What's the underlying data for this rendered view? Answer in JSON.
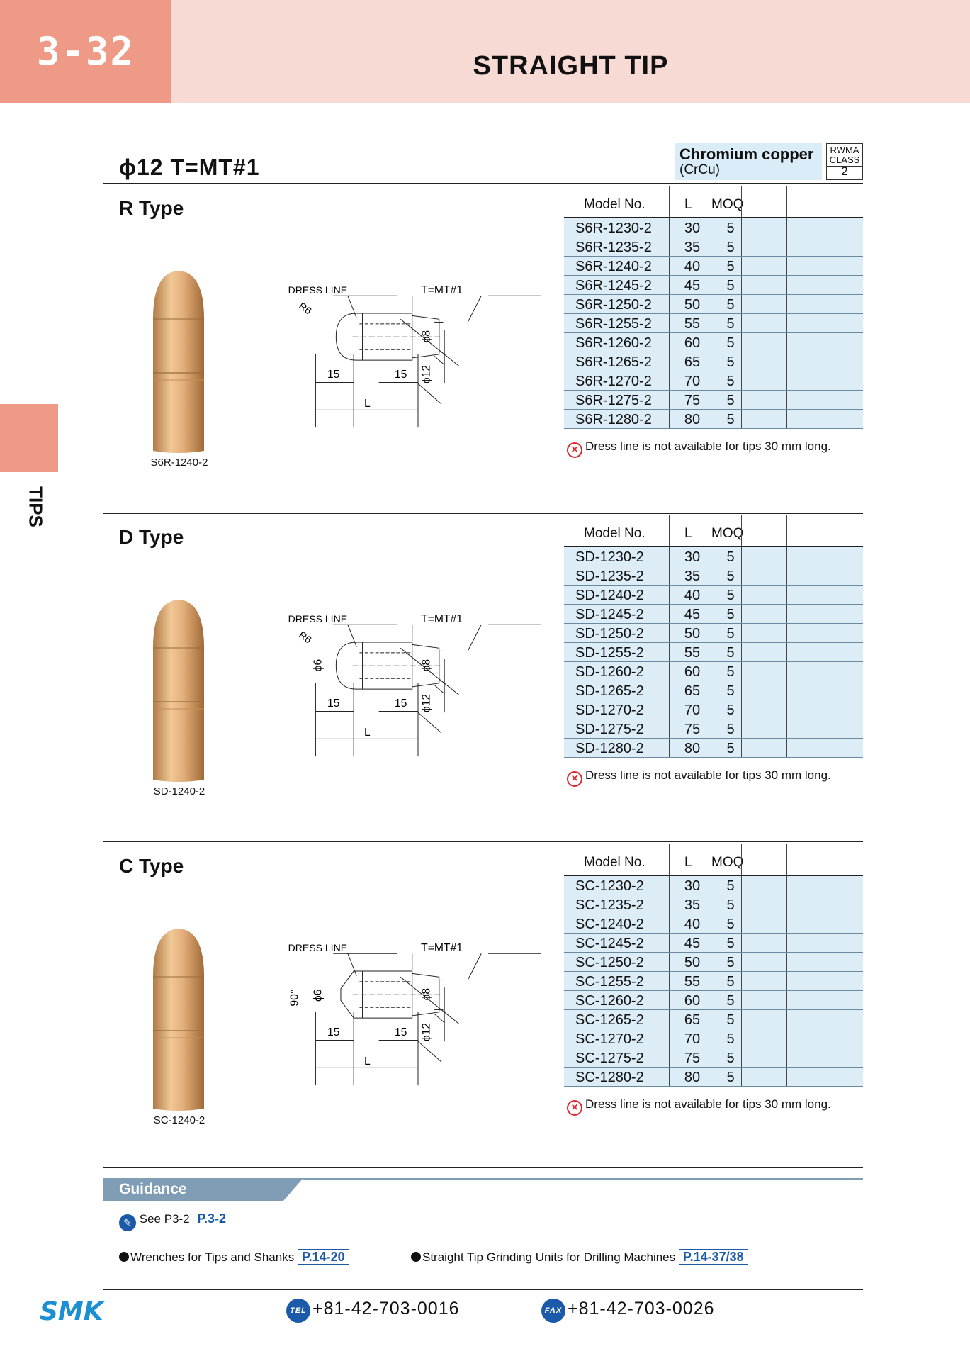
{
  "header": {
    "page_number": "3-32",
    "title": "STRAIGHT TIP"
  },
  "side_tab": {
    "label": "TIPS"
  },
  "spec": {
    "heading": "ϕ12  T=MT#1",
    "material_name": "Chromium copper",
    "material_code": "(CrCu)",
    "rwma_line1": "RWMA",
    "rwma_line2": "CLASS",
    "rwma_class": "2"
  },
  "table_headers": {
    "model": "Model No.",
    "length": "L",
    "moq": "MOQ"
  },
  "drawing_labels": {
    "dress_line": "DRESS LINE",
    "taper": "T=MT#1",
    "radius": "R6",
    "dia_8": "ϕ8",
    "dia_12": "ϕ12",
    "dia_6": "ϕ6",
    "angle": "90°",
    "dim_15": "15",
    "dim_l": "L"
  },
  "note_text": "Dress line is not available for tips 30 mm long.",
  "sections": [
    {
      "title": "R Type",
      "photo_caption": "S6R-1240-2",
      "rows": [
        {
          "model": "S6R-1230-2",
          "l": "30",
          "moq": "5"
        },
        {
          "model": "S6R-1235-2",
          "l": "35",
          "moq": "5"
        },
        {
          "model": "S6R-1240-2",
          "l": "40",
          "moq": "5"
        },
        {
          "model": "S6R-1245-2",
          "l": "45",
          "moq": "5"
        },
        {
          "model": "S6R-1250-2",
          "l": "50",
          "moq": "5"
        },
        {
          "model": "S6R-1255-2",
          "l": "55",
          "moq": "5"
        },
        {
          "model": "S6R-1260-2",
          "l": "60",
          "moq": "5"
        },
        {
          "model": "S6R-1265-2",
          "l": "65",
          "moq": "5"
        },
        {
          "model": "S6R-1270-2",
          "l": "70",
          "moq": "5"
        },
        {
          "model": "S6R-1275-2",
          "l": "75",
          "moq": "5"
        },
        {
          "model": "S6R-1280-2",
          "l": "80",
          "moq": "5"
        }
      ]
    },
    {
      "title": "D Type",
      "photo_caption": "SD-1240-2",
      "rows": [
        {
          "model": "SD-1230-2",
          "l": "30",
          "moq": "5"
        },
        {
          "model": "SD-1235-2",
          "l": "35",
          "moq": "5"
        },
        {
          "model": "SD-1240-2",
          "l": "40",
          "moq": "5"
        },
        {
          "model": "SD-1245-2",
          "l": "45",
          "moq": "5"
        },
        {
          "model": "SD-1250-2",
          "l": "50",
          "moq": "5"
        },
        {
          "model": "SD-1255-2",
          "l": "55",
          "moq": "5"
        },
        {
          "model": "SD-1260-2",
          "l": "60",
          "moq": "5"
        },
        {
          "model": "SD-1265-2",
          "l": "65",
          "moq": "5"
        },
        {
          "model": "SD-1270-2",
          "l": "70",
          "moq": "5"
        },
        {
          "model": "SD-1275-2",
          "l": "75",
          "moq": "5"
        },
        {
          "model": "SD-1280-2",
          "l": "80",
          "moq": "5"
        }
      ]
    },
    {
      "title": "C Type",
      "photo_caption": "SC-1240-2",
      "rows": [
        {
          "model": "SC-1230-2",
          "l": "30",
          "moq": "5"
        },
        {
          "model": "SC-1235-2",
          "l": "35",
          "moq": "5"
        },
        {
          "model": "SC-1240-2",
          "l": "40",
          "moq": "5"
        },
        {
          "model": "SC-1245-2",
          "l": "45",
          "moq": "5"
        },
        {
          "model": "SC-1250-2",
          "l": "50",
          "moq": "5"
        },
        {
          "model": "SC-1255-2",
          "l": "55",
          "moq": "5"
        },
        {
          "model": "SC-1260-2",
          "l": "60",
          "moq": "5"
        },
        {
          "model": "SC-1265-2",
          "l": "65",
          "moq": "5"
        },
        {
          "model": "SC-1270-2",
          "l": "70",
          "moq": "5"
        },
        {
          "model": "SC-1275-2",
          "l": "75",
          "moq": "5"
        },
        {
          "model": "SC-1280-2",
          "l": "80",
          "moq": "5"
        }
      ]
    }
  ],
  "guidance": {
    "title": "Guidance",
    "see_text": "See P3-2",
    "see_link": "P.3-2",
    "ref1_text": "Wrenches for Tips and Shanks",
    "ref1_link": "P.14-20",
    "ref2_text": "Straight Tip Grinding Units for Drilling Machines",
    "ref2_link": "P.14-37/38"
  },
  "footer": {
    "logo": "SMK",
    "tel_badge": "TEL",
    "tel": "+81-42-703-0016",
    "fax_badge": "FAX",
    "fax": "+81-42-703-0026"
  },
  "colors": {
    "header_bg": "#f8dad4",
    "accent": "#ef9a86",
    "table_shade": "#dcedf8",
    "link_blue": "#1b5aa8",
    "copper": "#c8925a"
  }
}
